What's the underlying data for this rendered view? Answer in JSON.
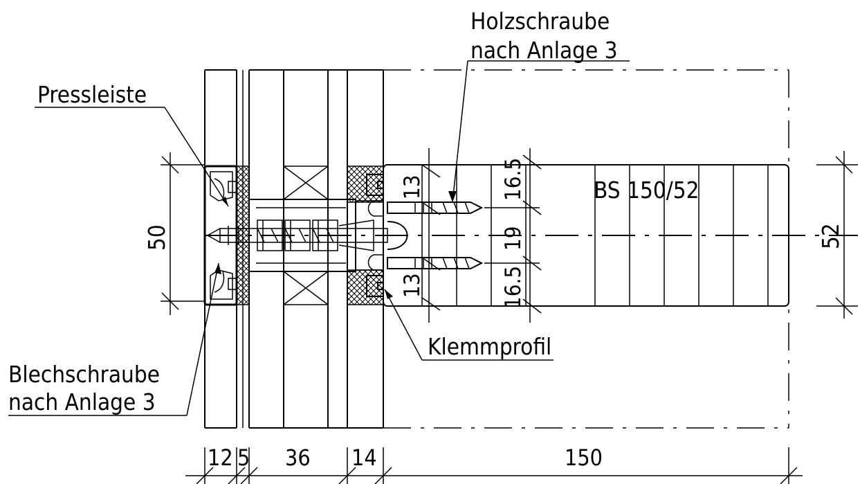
{
  "labels": {
    "pressleiste": "Pressleiste",
    "holzschraube_line1": "Holzschraube",
    "holzschraube_line2": "nach Anlage 3",
    "blechschraube_line1": "Blechschraube",
    "blechschraube_line2": "nach Anlage 3",
    "klemmprofil": "Klemmprofil",
    "beam": "BS 150/52"
  },
  "dimensions": {
    "height_left": "50",
    "height_right": "52",
    "upper_13": "13",
    "lower_13": "13",
    "upper_16_5": "16.5",
    "middle_19": "19",
    "lower_16_5": "16.5",
    "bottom_12": "12",
    "bottom_5a": "5",
    "bottom_36": "36",
    "bottom_14": "14",
    "bottom_150": "150"
  },
  "colors": {
    "line": "#000000",
    "background": "#ffffff"
  }
}
